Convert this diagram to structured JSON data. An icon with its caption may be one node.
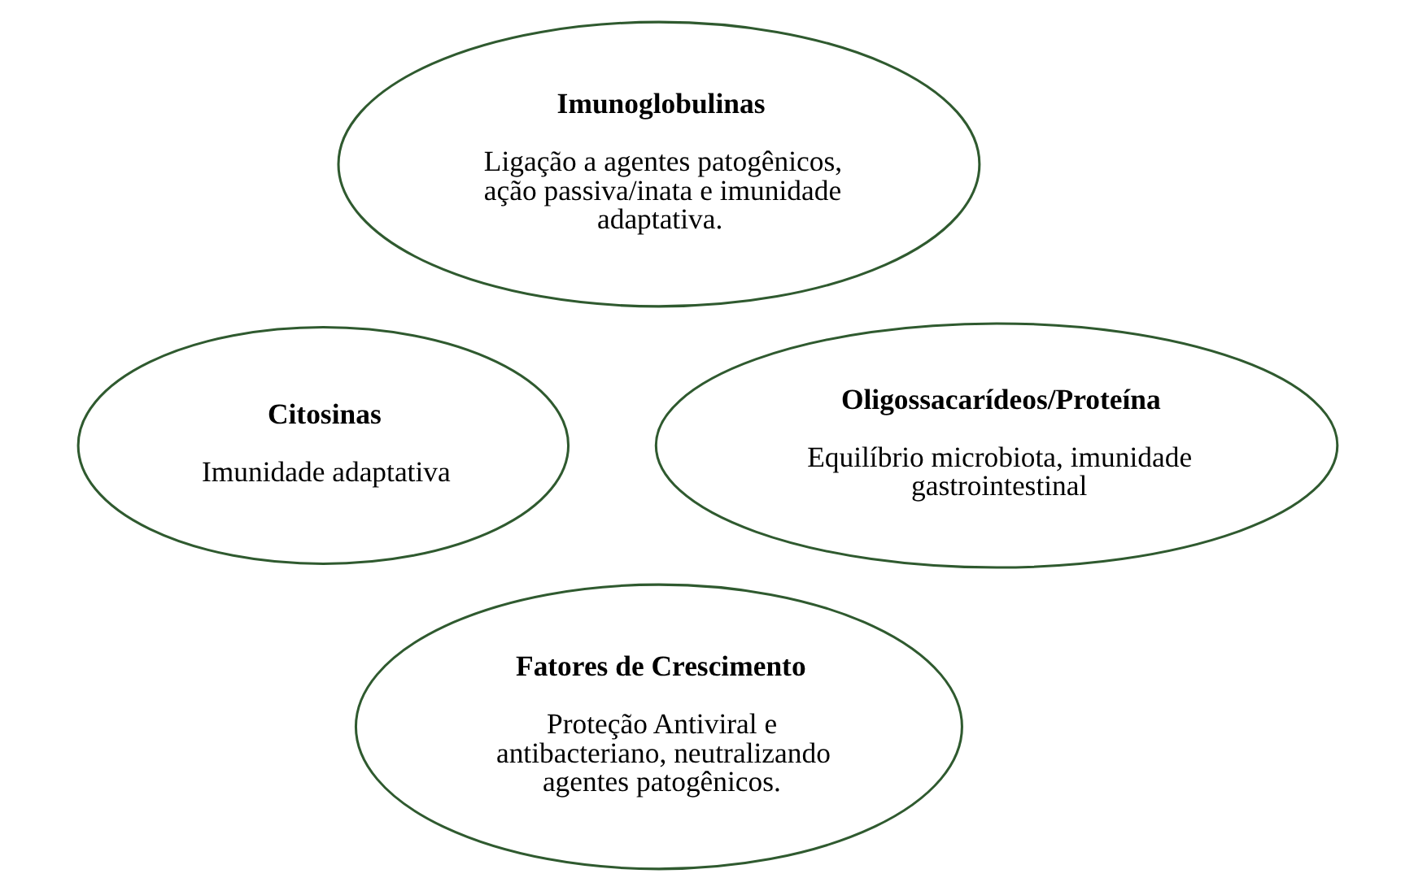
{
  "diagram": {
    "nodes": [
      {
        "text": [
          "Imunoglobulinas",
          "Ligação a agentes patogênicos, ação passiva/inata e imunidade adaptativa."
        ]
      },
      {
        "text": [
          "Citosinas",
          "Imunidade adaptativa"
        ]
      },
      {
        "text": [
          "Oligossacarídeos/Proteína",
          "Equilíbrio microbiota, imunidade gastrointestinal"
        ]
      },
      {
        "text": [
          "Fatores de Crescimento",
          "Proteção Antiviral e antibacteriano, neutralizando agentes patogênicos."
        ]
      }
    ]
  }
}
